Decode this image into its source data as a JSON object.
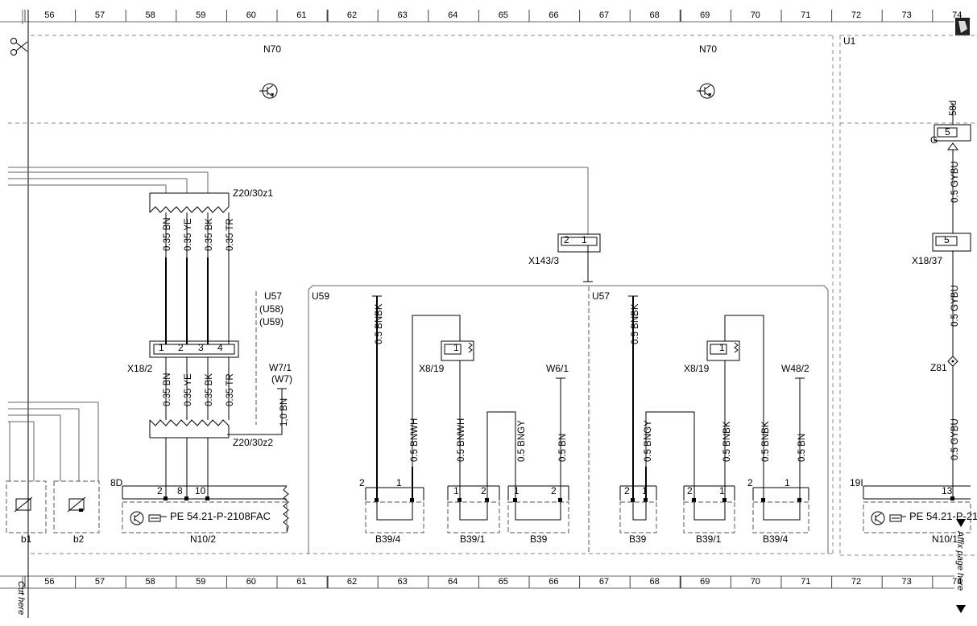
{
  "ruler": {
    "top": [
      "56",
      "57",
      "58",
      "59",
      "60",
      "61",
      "62",
      "63",
      "64",
      "65",
      "66",
      "67",
      "68",
      "69",
      "70",
      "71",
      "72",
      "73",
      "74"
    ],
    "bottom": [
      "56",
      "57",
      "58",
      "59",
      "60",
      "61",
      "62",
      "63",
      "64",
      "65",
      "66",
      "67",
      "68",
      "69",
      "70",
      "71",
      "72",
      "73",
      "74"
    ]
  },
  "icons": {
    "scissors": "scissors-icon",
    "page_corner": "page-corner-icon",
    "ground": "transistor-symbol-icon"
  },
  "modules": {
    "n70_left": "N70",
    "n70_right": "N70",
    "u1": "U1"
  },
  "left": {
    "z_top": "Z20/30z1",
    "wires_top": [
      "0.35 BN",
      "0.35 YE",
      "0.35 BK",
      "0.35 TR"
    ],
    "x18_2": "X18/2",
    "x18_2_pins": [
      "1",
      "2",
      "3",
      "4"
    ],
    "wires_bottom": [
      "0.35 BN",
      "0.35 YE",
      "0.35 BK",
      "0.35 TR"
    ],
    "z_bottom": "Z20/30z2",
    "u57_labels": [
      "U57",
      "(U58)",
      "(U59)"
    ],
    "w7_labels": [
      "W7/1",
      "(W7)"
    ],
    "w7_wire": "1,0 BN",
    "n10_pin_block": "8D",
    "n10_pins": [
      "2",
      "8",
      "10"
    ],
    "n10_ref": "PE 54.21-P-2108FAC",
    "n10": "N10/2",
    "b1": "b1",
    "b2": "b2"
  },
  "x143": {
    "label": "X143/3",
    "pins": [
      "2",
      "1"
    ]
  },
  "u59": {
    "label": "U59",
    "wires": [
      "0.5 BNBK",
      "0.5 BNWH",
      "0.5 BNWH",
      "0.5 BNGY",
      "0.5 BN"
    ],
    "x8_label": "X8/19",
    "x8_pin": "1",
    "w6": "W6/1",
    "pin_pairs": [
      [
        "2",
        "1"
      ],
      [
        "1",
        "2"
      ],
      [
        "1",
        "2"
      ]
    ],
    "sensors": [
      "B39/4",
      "B39/1",
      "B39"
    ]
  },
  "u57": {
    "label": "U57",
    "wires": [
      "0.5 BNBK",
      "0.5 BNGY",
      "0.5 BNBK",
      "0.5 BNBK",
      "0.5 BN"
    ],
    "x8_label": "X8/19",
    "x8_pin": "1",
    "w48": "W48/2",
    "pin_pairs": [
      [
        "2",
        "1"
      ],
      [
        "2",
        "1"
      ],
      [
        "2",
        "1"
      ]
    ],
    "sensors": [
      "B39",
      "B39/1",
      "B39/4"
    ]
  },
  "right": {
    "top_pin_label": "58d",
    "g_pin": "5",
    "g_label": "G",
    "wires": [
      "0.5 GYBU",
      "0.5 GYBU",
      "0.5 GYBU"
    ],
    "x18_37_pin": "5",
    "x18_37": "X18/37",
    "z81": "Z81",
    "pin_block": "19I",
    "pin_13": "13",
    "ref": "PE 54.21-P-21",
    "n10": "N10/1"
  },
  "margin": {
    "cut_here": "Cut here",
    "affix": "Affix page here"
  }
}
